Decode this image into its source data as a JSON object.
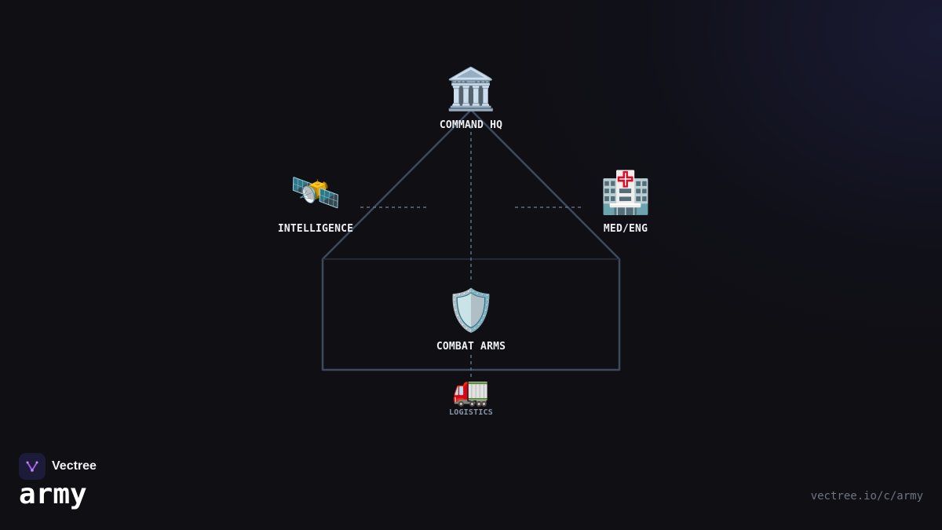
{
  "nodes": {
    "command_hq": {
      "icon": "🏛️",
      "label": "COMMAND HQ"
    },
    "intelligence": {
      "icon": "🛰️",
      "label": "INTELLIGENCE"
    },
    "med_eng": {
      "icon": "🏥",
      "label": "MED/ENG"
    },
    "combat_arms": {
      "icon": "🛡️",
      "label": "COMBAT ARMS"
    },
    "logistics": {
      "icon": "🚛",
      "label": "LOGISTICS"
    }
  },
  "icons": {
    "command_hq": "classical-building-icon",
    "intelligence": "satellite-icon",
    "med_eng": "hospital-icon",
    "combat_arms": "shield-icon",
    "logistics": "truck-icon",
    "brand": "vectree-logo-icon"
  },
  "brand": {
    "name": "Vectree"
  },
  "page": {
    "title": "army",
    "url": "vectree.io/c/army"
  },
  "colors": {
    "background": "#0f0f14",
    "outline": "#3e4a5c",
    "connector": "#5f6f84",
    "label": "#eef0f4",
    "brand_accent": "#a35ce0"
  }
}
